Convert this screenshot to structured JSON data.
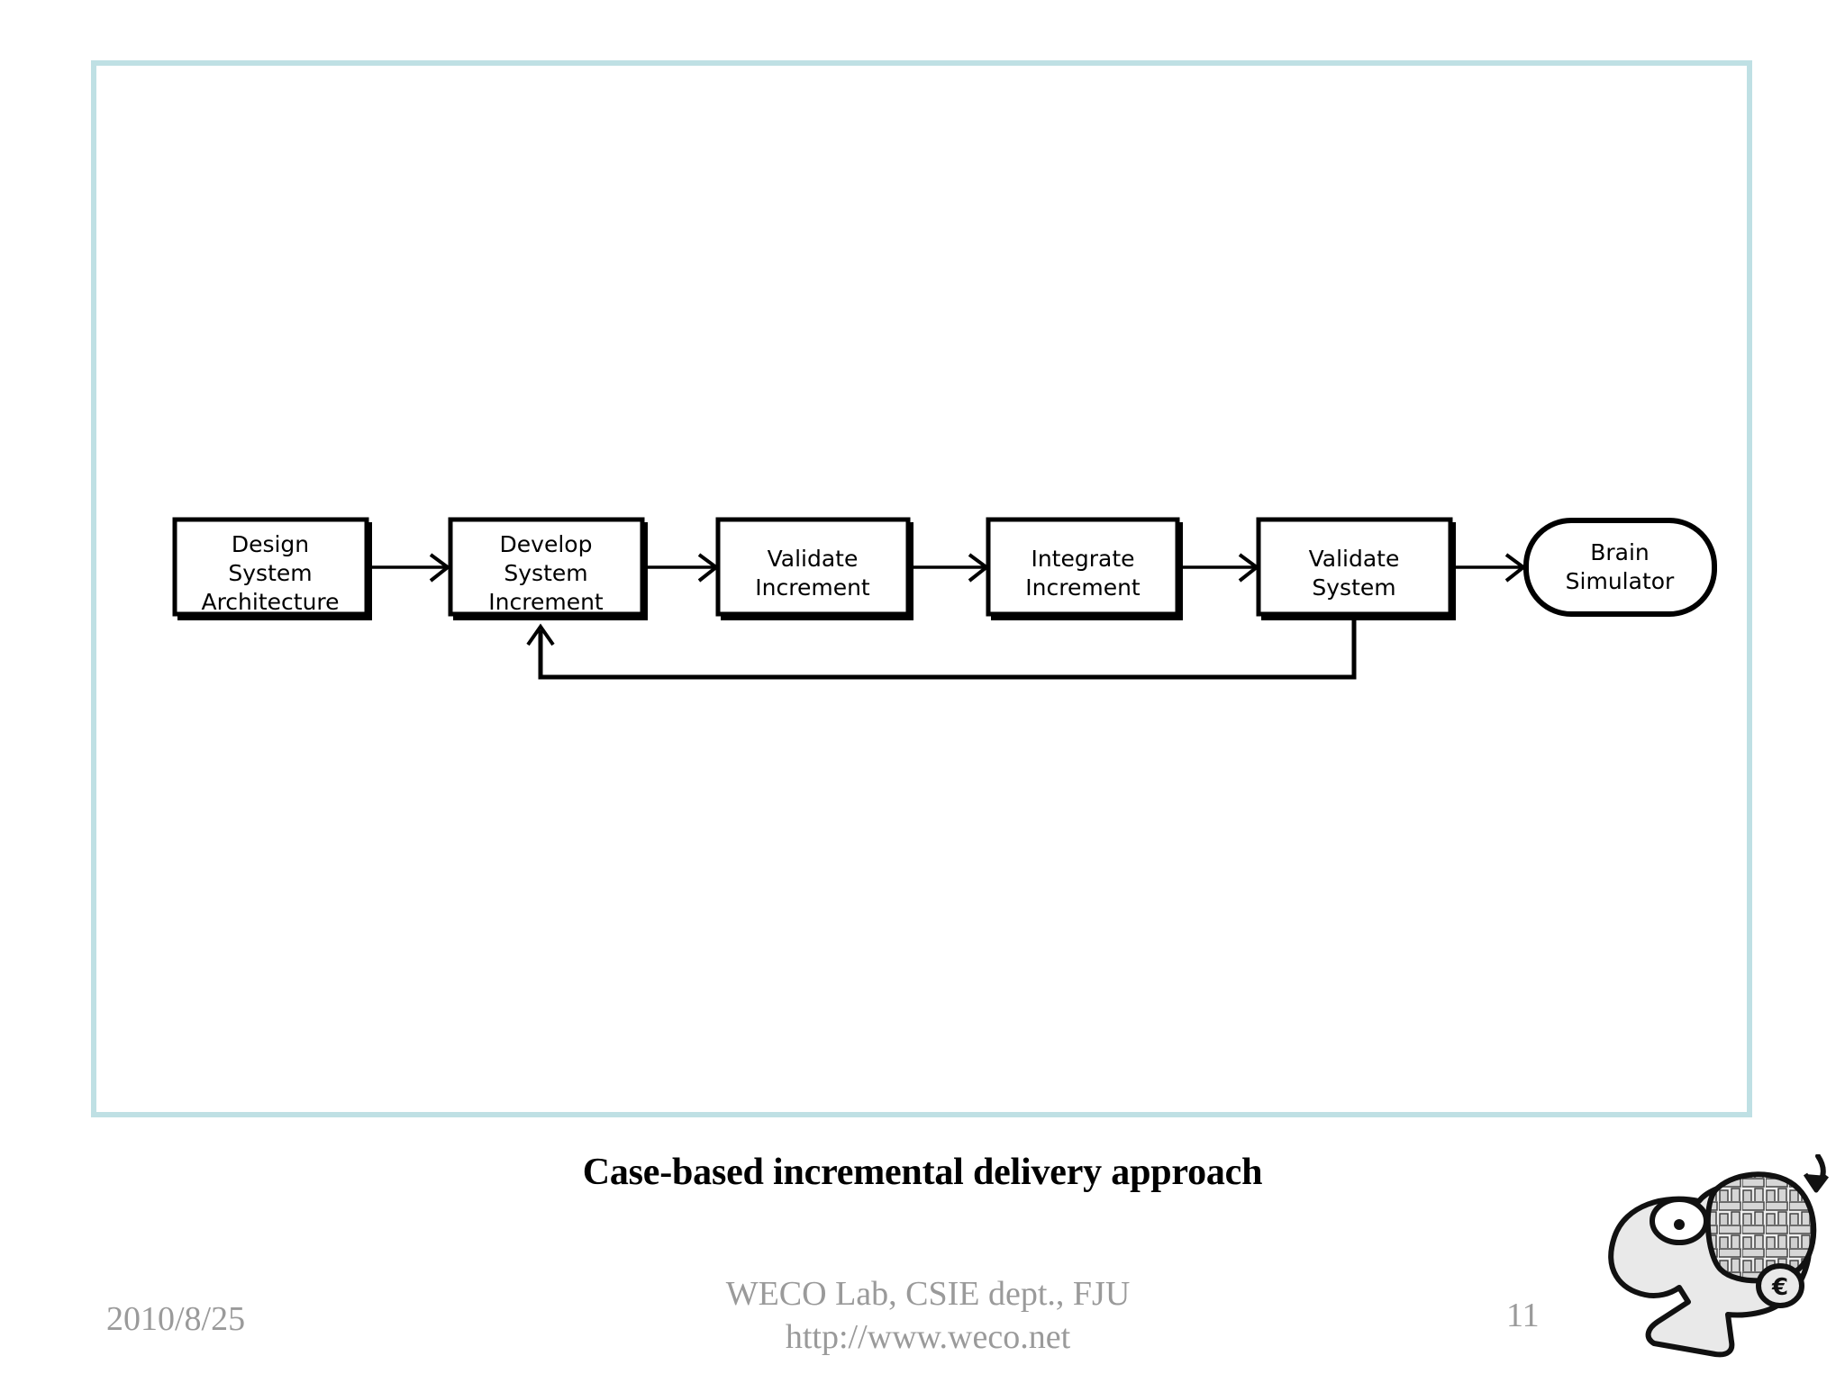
{
  "slide": {
    "caption": "Case-based incremental delivery approach",
    "frame_border_color": "#bfe0e4",
    "background_color": "#ffffff"
  },
  "diagram": {
    "type": "flowchart",
    "orientation": "left-to-right",
    "nodes": [
      {
        "id": "design",
        "shape": "rectangle",
        "lines": [
          "Design",
          "System",
          "Architecture"
        ]
      },
      {
        "id": "develop",
        "shape": "rectangle",
        "lines": [
          "Develop",
          "System",
          "Increment"
        ]
      },
      {
        "id": "validate-increment",
        "shape": "rectangle",
        "lines": [
          "Validate",
          "Increment"
        ]
      },
      {
        "id": "integrate-increment",
        "shape": "rectangle",
        "lines": [
          "Integrate",
          "Increment"
        ]
      },
      {
        "id": "validate-system",
        "shape": "rectangle",
        "lines": [
          "Validate",
          "System"
        ]
      },
      {
        "id": "brain-simulator",
        "shape": "stadium",
        "lines": [
          "Brain",
          "Simulator"
        ]
      }
    ],
    "edges": [
      {
        "from": "design",
        "to": "develop",
        "style": "arrow"
      },
      {
        "from": "develop",
        "to": "validate-increment",
        "style": "arrow"
      },
      {
        "from": "validate-increment",
        "to": "integrate-increment",
        "style": "arrow"
      },
      {
        "from": "integrate-increment",
        "to": "validate-system",
        "style": "arrow"
      },
      {
        "from": "validate-system",
        "to": "brain-simulator",
        "style": "arrow"
      },
      {
        "from": "validate-system",
        "to": "develop",
        "style": "feedback-loop-arrow"
      }
    ]
  },
  "footer": {
    "date": "2010/8/25",
    "org_line1": "WECO Lab, CSIE dept., FJU",
    "org_line2": "http://www.weco.net",
    "page_number": "11"
  },
  "logo": {
    "name": "weco-brain-head-logo",
    "description": "cartoon profile head with woven brain",
    "ear_glyph": "€"
  }
}
